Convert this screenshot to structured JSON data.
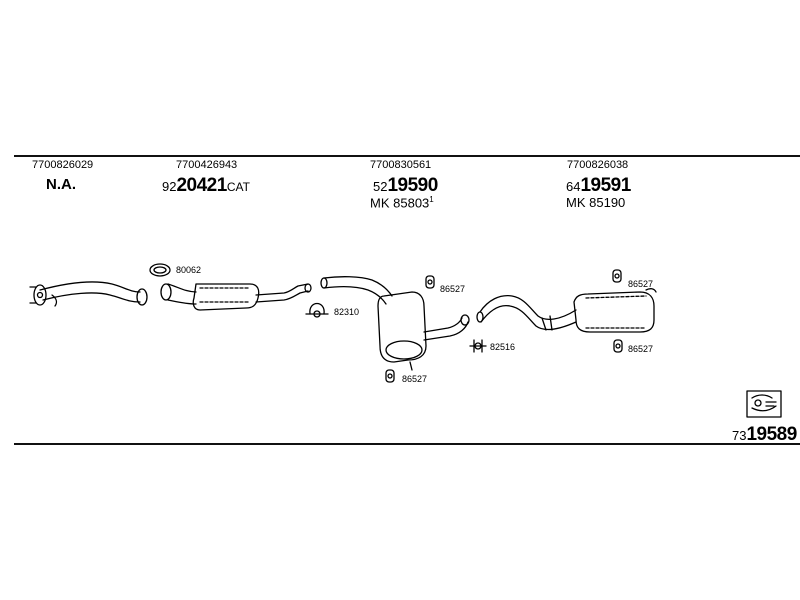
{
  "columns": [
    {
      "part_number": "7700826029",
      "line1": "N.A."
    },
    {
      "part_number": "7700426943",
      "prefix": "92",
      "main": "20421",
      "suffix": "CAT"
    },
    {
      "part_number": "7700830561",
      "prefix": "52",
      "main": "19590",
      "mk_label": "MK",
      "mk_number": "85803",
      "mk_sup": "1"
    },
    {
      "part_number": "7700826038",
      "prefix": "64",
      "main": "19591",
      "mk_label": "MK",
      "mk_number": "85190"
    }
  ],
  "parts": {
    "gasket": "80062",
    "clamp_front": "82310",
    "hanger_mid_top": "86527",
    "hanger_mid_bottom": "86527",
    "clamp_mid": "82516",
    "hanger_rear_top": "86527",
    "hanger_rear_bottom": "86527"
  },
  "kit": {
    "prefix": "73",
    "main": "19589"
  }
}
